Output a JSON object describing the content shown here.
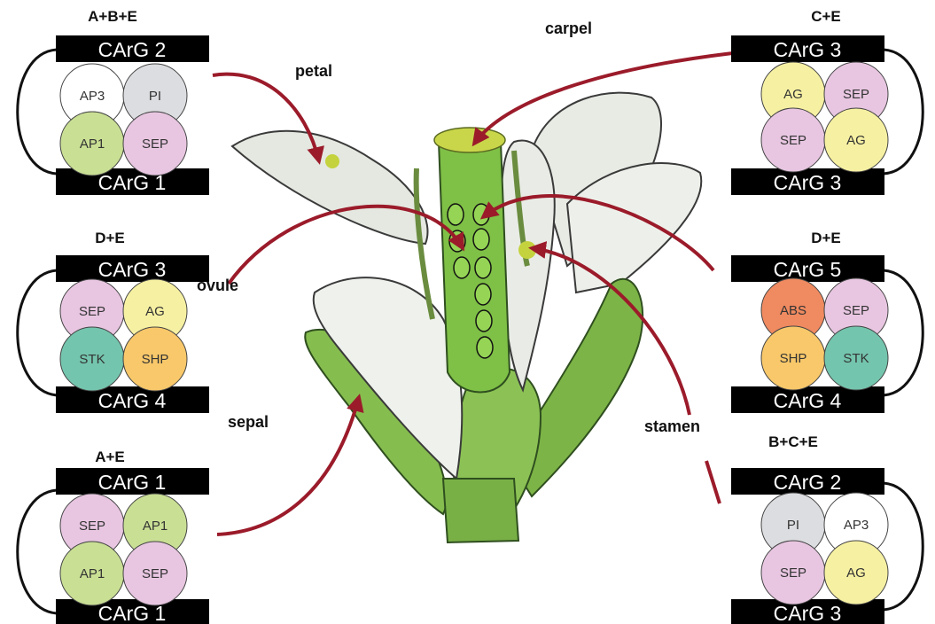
{
  "complexes": [
    {
      "id": "abe",
      "title": "A+B+E",
      "top": "CArG 2",
      "bottom": "CArG 1",
      "proteins": [
        {
          "label": "AP3",
          "color": "#ffffff"
        },
        {
          "label": "PI",
          "color": "#dcdde0"
        },
        {
          "label": "AP1",
          "color": "#c9df94"
        },
        {
          "label": "SEP",
          "color": "#e8c6e1"
        }
      ]
    },
    {
      "id": "de-left",
      "title": "D+E",
      "top": "CArG 3",
      "bottom": "CArG 4",
      "proteins": [
        {
          "label": "SEP",
          "color": "#e8c6e1"
        },
        {
          "label": "AG",
          "color": "#f6f0a2"
        },
        {
          "label": "STK",
          "color": "#74c5ad"
        },
        {
          "label": "SHP",
          "color": "#f8c86a"
        }
      ]
    },
    {
      "id": "ae",
      "title": "A+E",
      "top": "CArG 1",
      "bottom": "CArG 1",
      "proteins": [
        {
          "label": "SEP",
          "color": "#e8c6e1"
        },
        {
          "label": "AP1",
          "color": "#c9df94"
        },
        {
          "label": "AP1",
          "color": "#c9df94"
        },
        {
          "label": "SEP",
          "color": "#e8c6e1"
        }
      ]
    },
    {
      "id": "ce",
      "title": "C+E",
      "top": "CArG 3",
      "bottom": "CArG 3",
      "proteins": [
        {
          "label": "AG",
          "color": "#f6f0a2"
        },
        {
          "label": "SEP",
          "color": "#e8c6e1"
        },
        {
          "label": "SEP",
          "color": "#e8c6e1"
        },
        {
          "label": "AG",
          "color": "#f6f0a2"
        }
      ]
    },
    {
      "id": "de-right",
      "title": "D+E",
      "top": "CArG 5",
      "bottom": "CArG 4",
      "proteins": [
        {
          "label": "ABS",
          "color": "#f08a60"
        },
        {
          "label": "SEP",
          "color": "#e8c6e1"
        },
        {
          "label": "SHP",
          "color": "#f8c86a"
        },
        {
          "label": "STK",
          "color": "#74c5ad"
        }
      ]
    },
    {
      "id": "bce",
      "title": "B+C+E",
      "top": "CArG 2",
      "bottom": "CArG 3",
      "proteins": [
        {
          "label": "PI",
          "color": "#dcdde0"
        },
        {
          "label": "AP3",
          "color": "#ffffff"
        },
        {
          "label": "SEP",
          "color": "#e8c6e1"
        },
        {
          "label": "AG",
          "color": "#f6f0a2"
        }
      ]
    }
  ],
  "organs": {
    "petal": "petal",
    "carpel": "carpel",
    "ovule": "ovule",
    "sepal": "sepal",
    "stamen": "stamen"
  },
  "colors": {
    "arrow": "#9b1b2a",
    "loop": "#111111"
  }
}
